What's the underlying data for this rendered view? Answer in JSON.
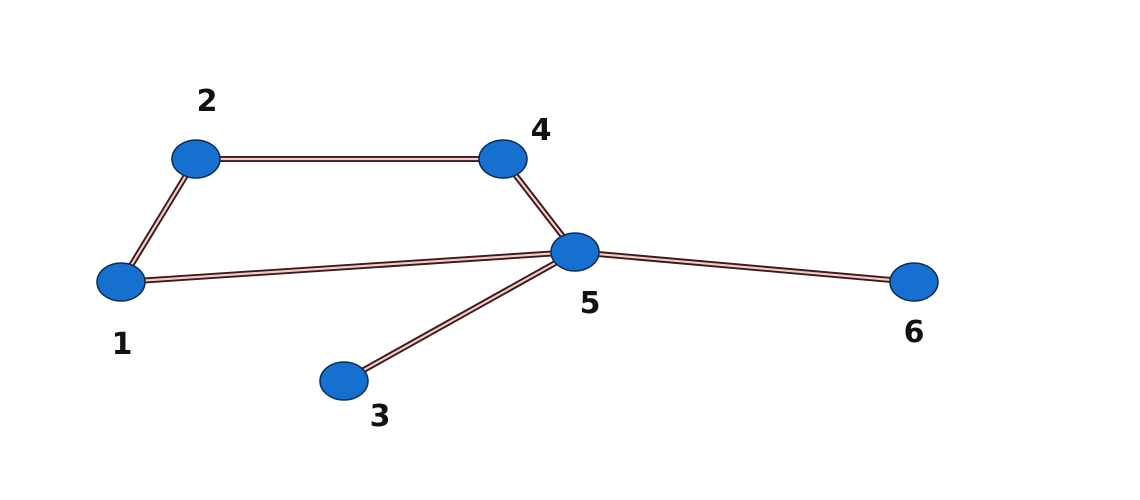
{
  "graph": {
    "colors": {
      "node_fill": "#1670d0",
      "node_stroke": "#0b2c55",
      "edge_outer": "#3a1a1a",
      "edge_inner": "#f6c9c4",
      "label": "#111111"
    },
    "nodes": [
      {
        "id": "1",
        "label": "1"
      },
      {
        "id": "2",
        "label": "2"
      },
      {
        "id": "3",
        "label": "3"
      },
      {
        "id": "4",
        "label": "4"
      },
      {
        "id": "5",
        "label": "5"
      },
      {
        "id": "6",
        "label": "6"
      }
    ],
    "edges": [
      {
        "from": "1",
        "to": "2"
      },
      {
        "from": "2",
        "to": "4"
      },
      {
        "from": "4",
        "to": "5"
      },
      {
        "from": "1",
        "to": "5"
      },
      {
        "from": "5",
        "to": "6"
      },
      {
        "from": "5",
        "to": "3"
      }
    ]
  }
}
